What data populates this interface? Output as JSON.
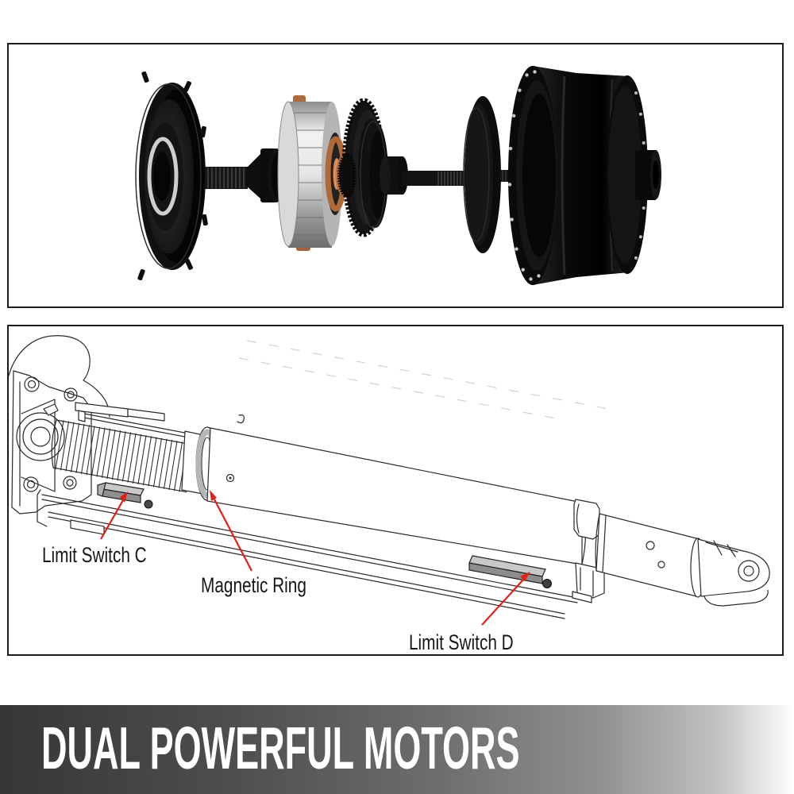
{
  "banner": {
    "title": "DUAL POWERFUL MOTORS",
    "text_color": "#ffffff",
    "gradient_left": "#363636",
    "gradient_right": "#ffffff"
  },
  "diagram": {
    "labels": [
      {
        "id": "limit-switch-c",
        "text": "Limit Switch C"
      },
      {
        "id": "magnetic-ring",
        "text": "Magnetic Ring"
      },
      {
        "id": "limit-switch-d",
        "text": "Limit Switch D"
      }
    ],
    "leader_line_color": "#e22018",
    "line_color": "#2a2a2a",
    "label_color": "#161616",
    "magnetic_ring_fill": "#b6b6b6",
    "switch_top_fill": "#c9c9c9"
  },
  "panels": {
    "border_color": "#1b1b1b",
    "background": "#ffffff"
  }
}
